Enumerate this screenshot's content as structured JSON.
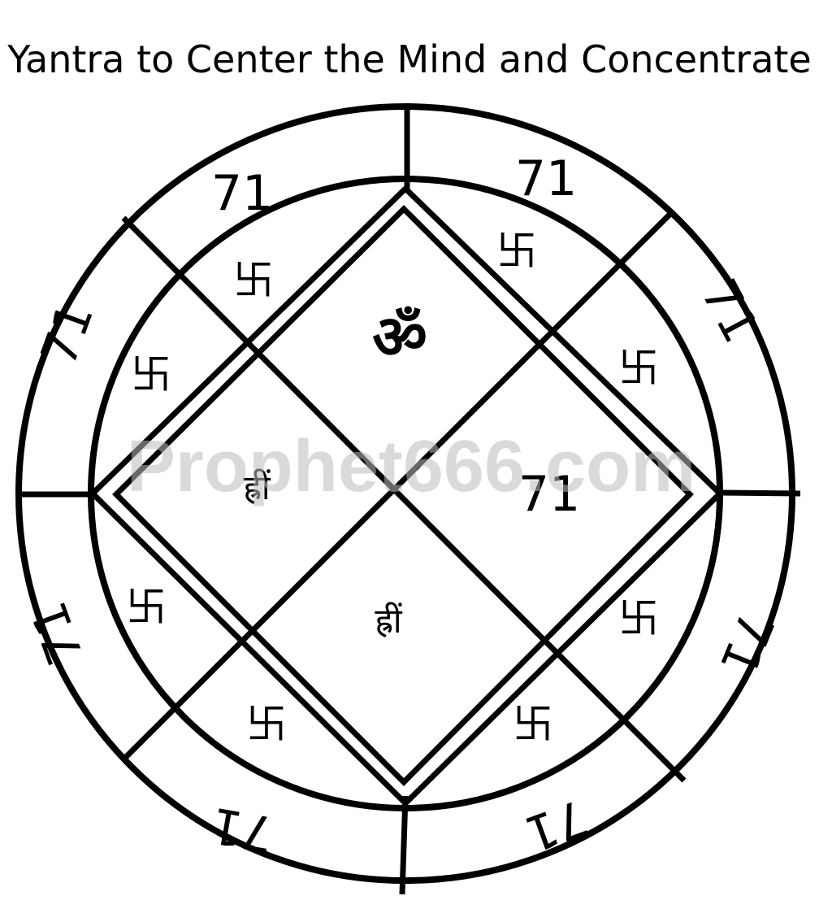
{
  "title": "Yantra to Center the Mind and Concentrate",
  "watermark": "Prophet666.com",
  "outer_ring_number": "71",
  "inner_swastika_symbol": "卐",
  "top_diamond_symbol": "ॐ",
  "side_diamond_text": "ह्रीं",
  "right_diamond_number": "71",
  "bottom_diamond_text": "ह्रीं",
  "colors": {
    "ink": "#000000",
    "watermark": "#bdbdbd",
    "background": "#ffffff"
  }
}
